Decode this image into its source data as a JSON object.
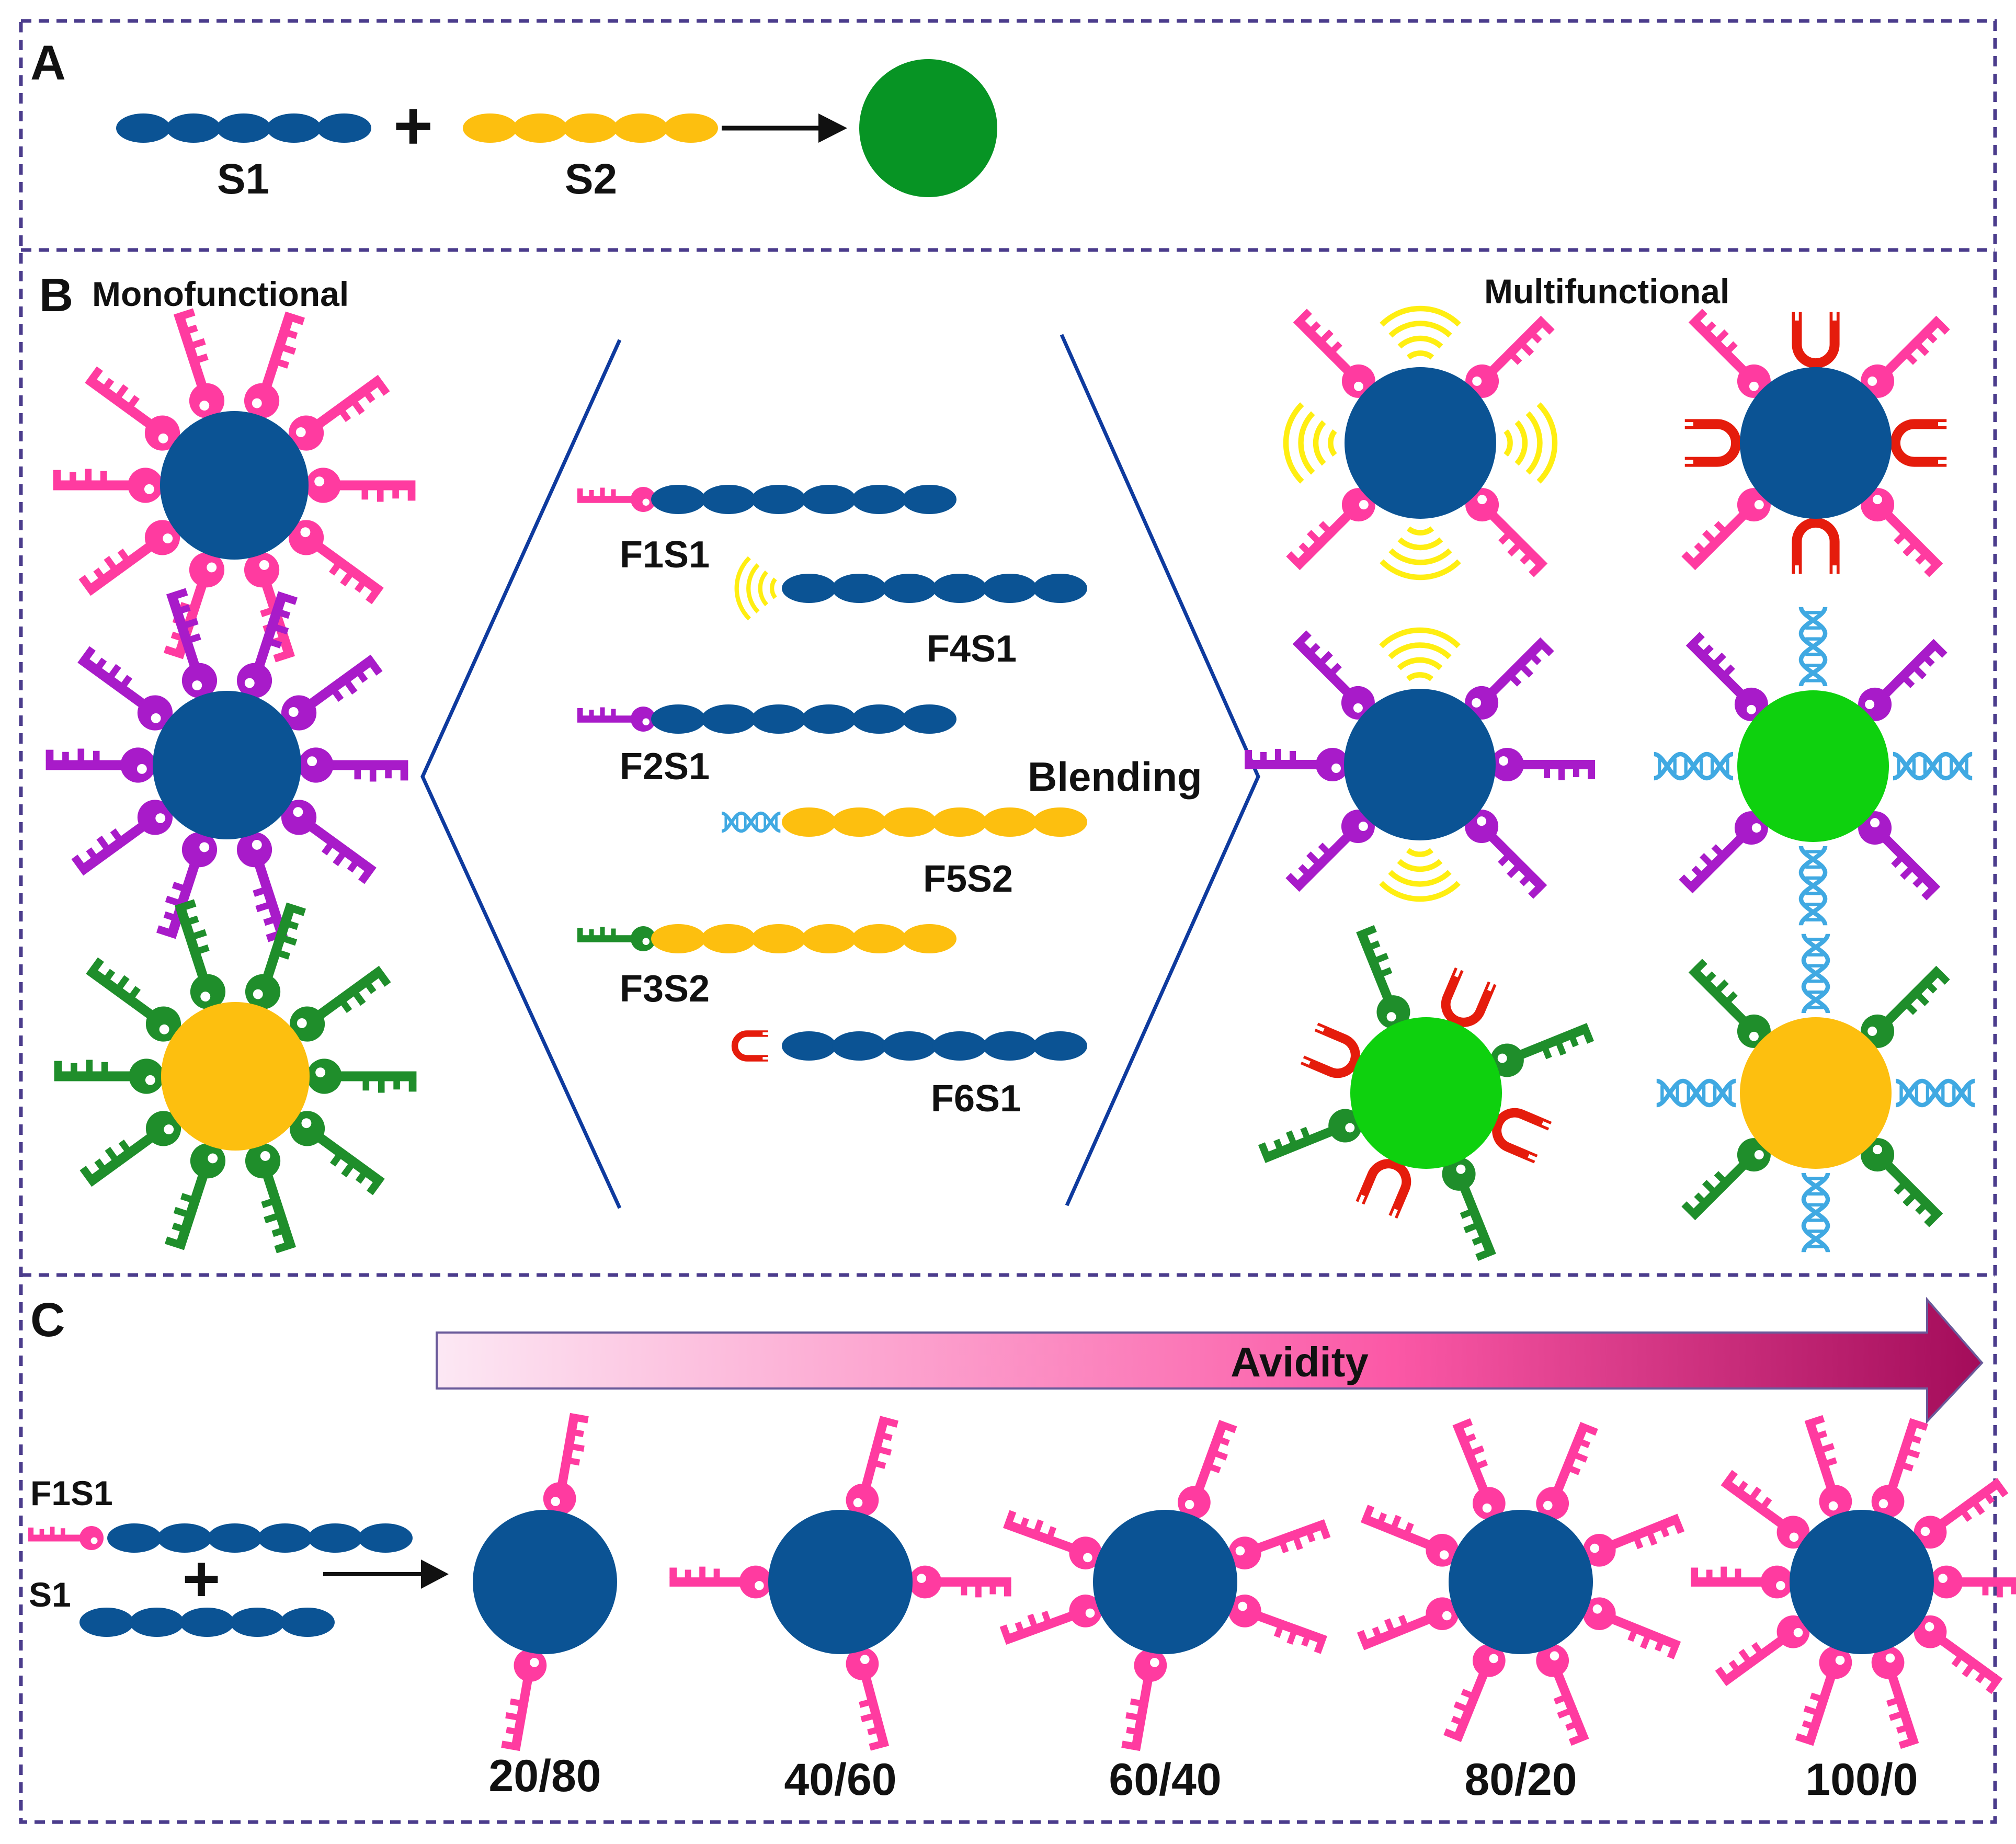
{
  "panels": {
    "a": {
      "letter": "A",
      "labels": {
        "s1": "S1",
        "s2": "S2"
      },
      "plus": "+"
    },
    "b": {
      "letter": "B",
      "titles": {
        "mono": "Monofunctional",
        "multi": "Multifunctional"
      },
      "center_word": "Blending",
      "chains": {
        "f1s1": "F1S1",
        "f4s1": "F4S1",
        "f2s1": "F2S1",
        "f5s2": "F5S2",
        "f3s2": "F3S2",
        "f6s1": "F6S1"
      }
    },
    "c": {
      "letter": "C",
      "gradient_label": "Avidity",
      "mix_labels": {
        "f1s1": "F1S1",
        "s1": "S1"
      },
      "plus": "+",
      "ratios": [
        "20/80",
        "40/60",
        "60/40",
        "80/20",
        "100/0"
      ],
      "ligands_per_particle": [
        2,
        4,
        6,
        8,
        10
      ]
    }
  },
  "colors": {
    "navy": "#0B5394",
    "yellow_orange": "#FDBF0F",
    "dark_green": "#079424",
    "bright_green": "#0ED10E",
    "pink_key": "#FF3BA0",
    "purple_key": "#A81BC9",
    "green_key": "#1F8E2B",
    "wifi_yellow": "#FFEE11",
    "magnet_red": "#E51C0C",
    "dna_blue": "#40A9E2",
    "chevron_line": "#0E3A9E",
    "border_dash": "#4B3C8C",
    "avidity_start": "#FCE8F4",
    "avidity_mid": "#FB58A6",
    "avidity_end": "#A30C5A"
  },
  "icons": {
    "key": "key-icon",
    "signal": "signal-waves-icon",
    "magnet": "magnet-icon",
    "dna": "dna-helix-icon"
  }
}
